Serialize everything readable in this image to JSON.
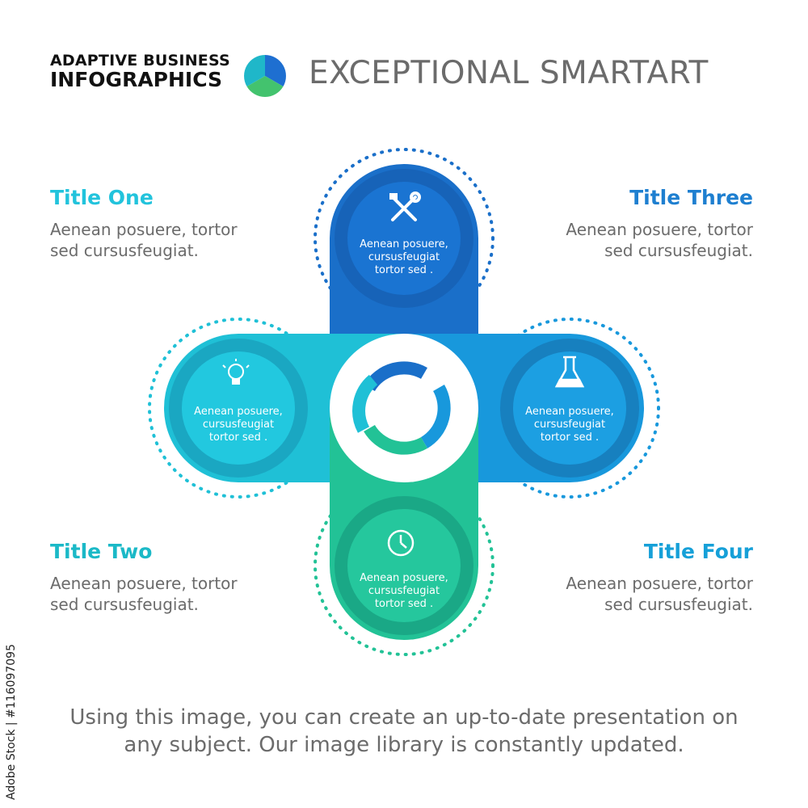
{
  "header": {
    "brand_line1": "ADAPTIVE BUSINESS",
    "brand_line2": "INFOGRAPHICS",
    "headline": "EXCEPTIONAL SMARTART"
  },
  "blocks": [
    {
      "title": "Title One",
      "desc_line1": "Aenean posuere, tortor",
      "desc_line2": "sed cursusfeugiat."
    },
    {
      "title": "Title Two",
      "desc_line1": "Aenean posuere, tortor",
      "desc_line2": "sed cursusfeugiat."
    },
    {
      "title": "Title Three",
      "desc_line1": "Aenean posuere, tortor",
      "desc_line2": "sed cursusfeugiat."
    },
    {
      "title": "Title Four",
      "desc_line1": "Aenean posuere, tortor",
      "desc_line2": "sed cursusfeugiat."
    }
  ],
  "circles": [
    {
      "icon": "tools-icon",
      "line1": "Aenean posuere,",
      "line2": "cursusfeugiat",
      "line3": "tortor sed ."
    },
    {
      "icon": "lightbulb-icon",
      "line1": "Aenean posuere,",
      "line2": "cursusfeugiat",
      "line3": "tortor sed ."
    },
    {
      "icon": "flask-icon",
      "line1": "Aenean posuere,",
      "line2": "cursusfeugiat",
      "line3": "tortor sed ."
    },
    {
      "icon": "clock-icon",
      "line1": "Aenean posuere,",
      "line2": "cursusfeugiat",
      "line3": "tortor sed ."
    }
  ],
  "colors": {
    "top": "#1a6fc9",
    "left": "#1fc0d6",
    "right": "#1898dc",
    "bottom": "#22c296",
    "logo_blue": "#1e6fd1",
    "logo_green": "#43c36e",
    "logo_teal": "#1fb7c9"
  },
  "footer": {
    "line1": "Using this image, you can create an up-to-date presentation on",
    "line2": "any subject. Our image library is constantly updated."
  },
  "side_text": "Adobe Stock | #116097095"
}
